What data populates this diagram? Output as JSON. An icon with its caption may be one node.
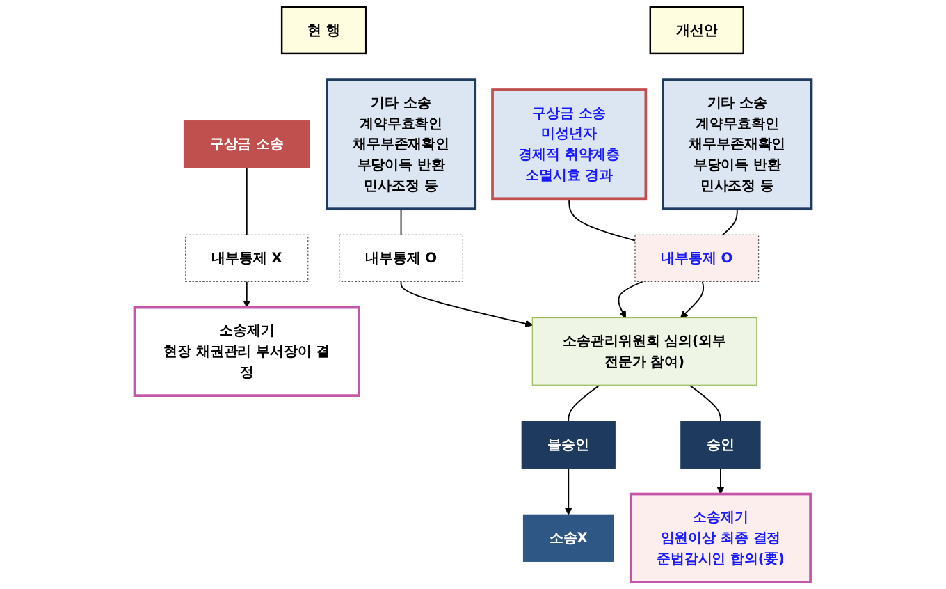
{
  "diagram": {
    "nodes": [
      {
        "text": [
          "현 행"
        ]
      },
      {
        "text": [
          "개선안"
        ]
      },
      {
        "text": [
          "구상금 소송"
        ]
      },
      {
        "text": [
          "기타 소송",
          "계약무효확인",
          "채무부존재확인",
          "부당이득 반환",
          "민사조정 등"
        ]
      },
      {
        "text": [
          "구상금 소송",
          "미성년자",
          "경제적 취약계층",
          "소멸시효 경과"
        ]
      },
      {
        "text": [
          "기타 소송",
          "계약무효확인",
          "채무부존재확인",
          "부당이득 반환",
          "민사조정 등"
        ]
      },
      {
        "text": [
          "내부통제 X"
        ]
      },
      {
        "text": [
          "내부통제 O"
        ]
      },
      {
        "text": [
          "내부통제 O"
        ]
      },
      {
        "text": [
          "소송관리위원회 심의(외부전문가 참여)"
        ]
      },
      {
        "text": [
          "소송제기",
          "현장 채권관리 부서장이 결정"
        ]
      },
      {
        "text": [
          "불승인"
        ]
      },
      {
        "text": [
          "승인"
        ]
      },
      {
        "text": [
          "소송X"
        ]
      },
      {
        "text": [
          "소송제기",
          "임원이상 최종 결정",
          "준법감시인 합의(要)"
        ]
      }
    ],
    "edges": [
      {
        "from": 2,
        "to": 6,
        "arrow": "none"
      },
      {
        "from": 6,
        "to": 10,
        "arrow": "to"
      },
      {
        "from": 3,
        "to": 7,
        "arrow": "none"
      },
      {
        "from": 7,
        "to": 9,
        "arrow": "to"
      },
      {
        "from": 4,
        "to": 8,
        "arrow": "none"
      },
      {
        "from": 5,
        "to": 8,
        "arrow": "none"
      },
      {
        "from": 8,
        "to": 9,
        "arrow": "to"
      },
      {
        "from": 8,
        "to": 9,
        "arrow": "to"
      },
      {
        "from": 9,
        "to": 11,
        "arrow": "none"
      },
      {
        "from": 9,
        "to": 12,
        "arrow": "none"
      },
      {
        "from": 11,
        "to": 13,
        "arrow": "to"
      },
      {
        "from": 12,
        "to": 14,
        "arrow": "to"
      }
    ]
  }
}
